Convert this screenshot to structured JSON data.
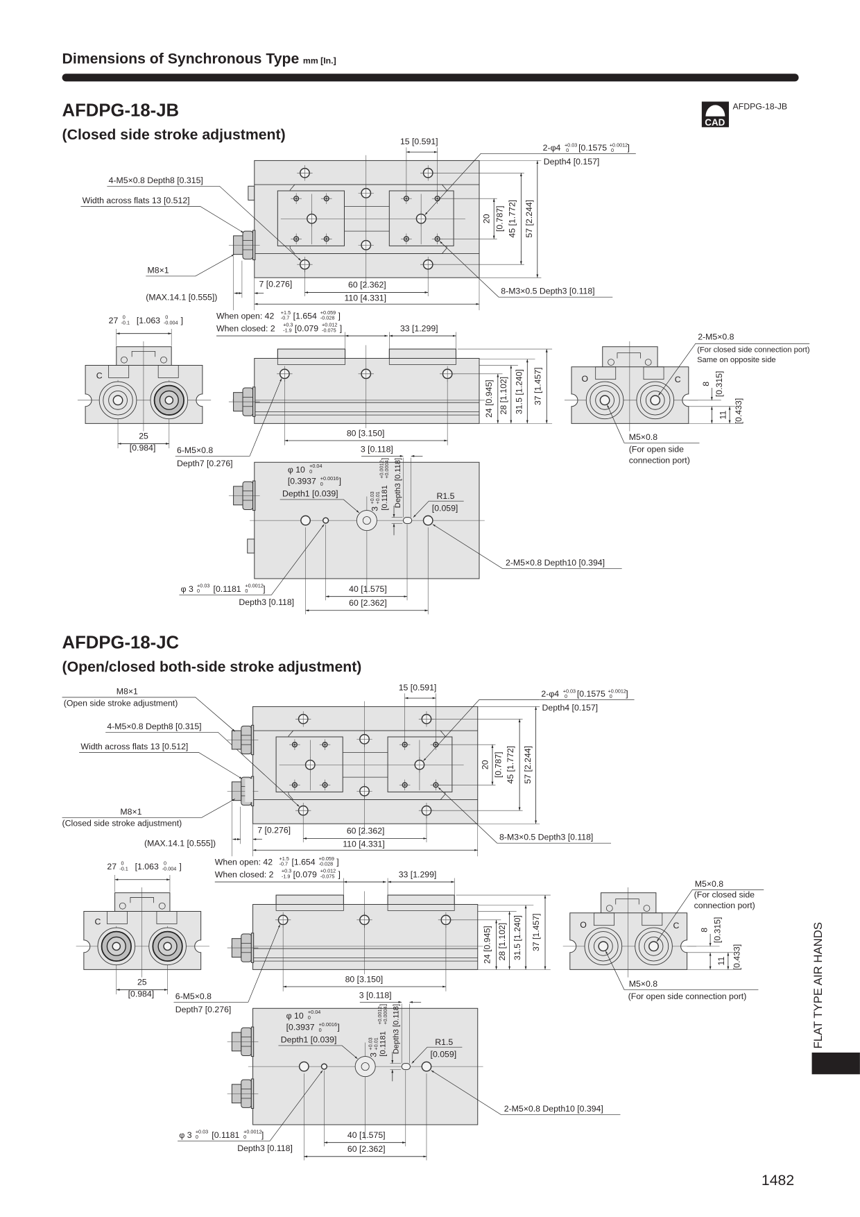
{
  "header": {
    "title": "Dimensions of Synchronous Type",
    "units": "mm [In.]"
  },
  "cad": {
    "icon_text": "CAD",
    "model": "AFDPG-18-JB"
  },
  "side_tab": "FLAT TYPE AIR HANDS",
  "page_number": "1482",
  "jb": {
    "model": "AFDPG-18-JB",
    "subtitle": "(Closed side stroke adjustment)",
    "m8": "M8×1",
    "port_closed": "2-M5×0.8",
    "port_closed_note": "(For closed side connection port)",
    "port_closed_note2": "Same on opposite side",
    "port_open": "M5×0.8",
    "port_open_note": "(For open side",
    "port_open_note2": "connection port)"
  },
  "jc": {
    "model": "AFDPG-18-JC",
    "subtitle": "(Open/closed both-side stroke adjustment)",
    "m8_open": "M8×1",
    "m8_open_note": "(Open side stroke adjustment)",
    "m8_closed": "M8×1",
    "m8_closed_note": "(Closed side stroke adjustment)",
    "port_closed": "M5×0.8",
    "port_closed_note": "(For closed side",
    "port_closed_note2": "connection port)",
    "port_open": "M5×0.8",
    "port_open_note": "(For open side connection port)"
  },
  "dims": {
    "d15": "15 [0.591]",
    "hole4": {
      "main": "2-φ4",
      "up": "+0.03",
      "lo": "0",
      "inch": "[0.1575",
      "inch_up": "+0.0012",
      "inch_lo": "0",
      "end": "]"
    },
    "depth4": "Depth4 [0.157]",
    "m5_depth8": "4-M5×0.8  Depth8 [0.315]",
    "flats": "Width across flats 13 [0.512]",
    "max": "(MAX.14.1 [0.555])",
    "d7": "7 [0.276]",
    "d60": "60 [2.362]",
    "d110": "110 [4.331]",
    "m3": "8-M3×0.5  Depth3 [0.118]",
    "d20": "20",
    "d20_in": "[0.787]",
    "d45": "45 [1.772]",
    "d57": "57 [2.244]",
    "d27": {
      "main": "27",
      "up": "0",
      "lo": "-0.1",
      "inch": "[1.063",
      "inch_up": "0",
      "inch_lo": "-0.004",
      "end": "]"
    },
    "open": {
      "main": "When open: 42",
      "up": "+1.5",
      "lo": "-0.7",
      "inch": "[1.654",
      "inch_up": "+0.059",
      "inch_lo": "-0.028",
      "end": "]"
    },
    "closed": {
      "main": "When closed: 2",
      "up": "+0.3",
      "lo": "-1.9",
      "inch": "[0.079",
      "inch_up": "+0.012",
      "inch_lo": "-0.075",
      "end": "]"
    },
    "d33": "33 [1.299]",
    "d24": "24 [0.945]",
    "d28": "28 [1.102]",
    "d31": "31.5 [1.240]",
    "d37": "37 [1.457]",
    "d80": "80 [3.150]",
    "m5_6": "6-M5×0.8",
    "depth7": "Depth7 [0.276]",
    "d25": "25",
    "d25_in": "[0.984]",
    "d8": "8",
    "d8_in": "[0.315]",
    "d11": "11",
    "d11_in": "[0.433]",
    "label_o": "O",
    "label_c": "C",
    "d3": "3 [0.118]",
    "phi10": {
      "main": "φ 10",
      "up": "+0.04",
      "lo": "0",
      "inch": "[0.3937",
      "inch_up": "+0.0016",
      "inch_lo": "0",
      "end": "]"
    },
    "depth1": "Depth1 [0.039]",
    "slot": {
      "main": "3",
      "up": "+0.03",
      "lo": "+0.01",
      "inch": "[0.1181",
      "inch_up": "+0.0012",
      "inch_lo": "+0.0004",
      "end": "]",
      "depth": "Depth3 [0.118]"
    },
    "r15": "R1.5",
    "r15_in": "[0.059]",
    "m5_depth10": "2-M5×0.8  Depth10 [0.394]",
    "phi3": {
      "main": "φ 3",
      "up": "+0.03",
      "lo": "0",
      "inch": "[0.1181",
      "inch_up": "+0.0012",
      "inch_lo": "0",
      "end": "]"
    },
    "depth3": "Depth3 [0.118]",
    "d40": "40 [1.575]"
  },
  "colors": {
    "body_fill": "#e4e4e4",
    "ink": "#231f20"
  }
}
